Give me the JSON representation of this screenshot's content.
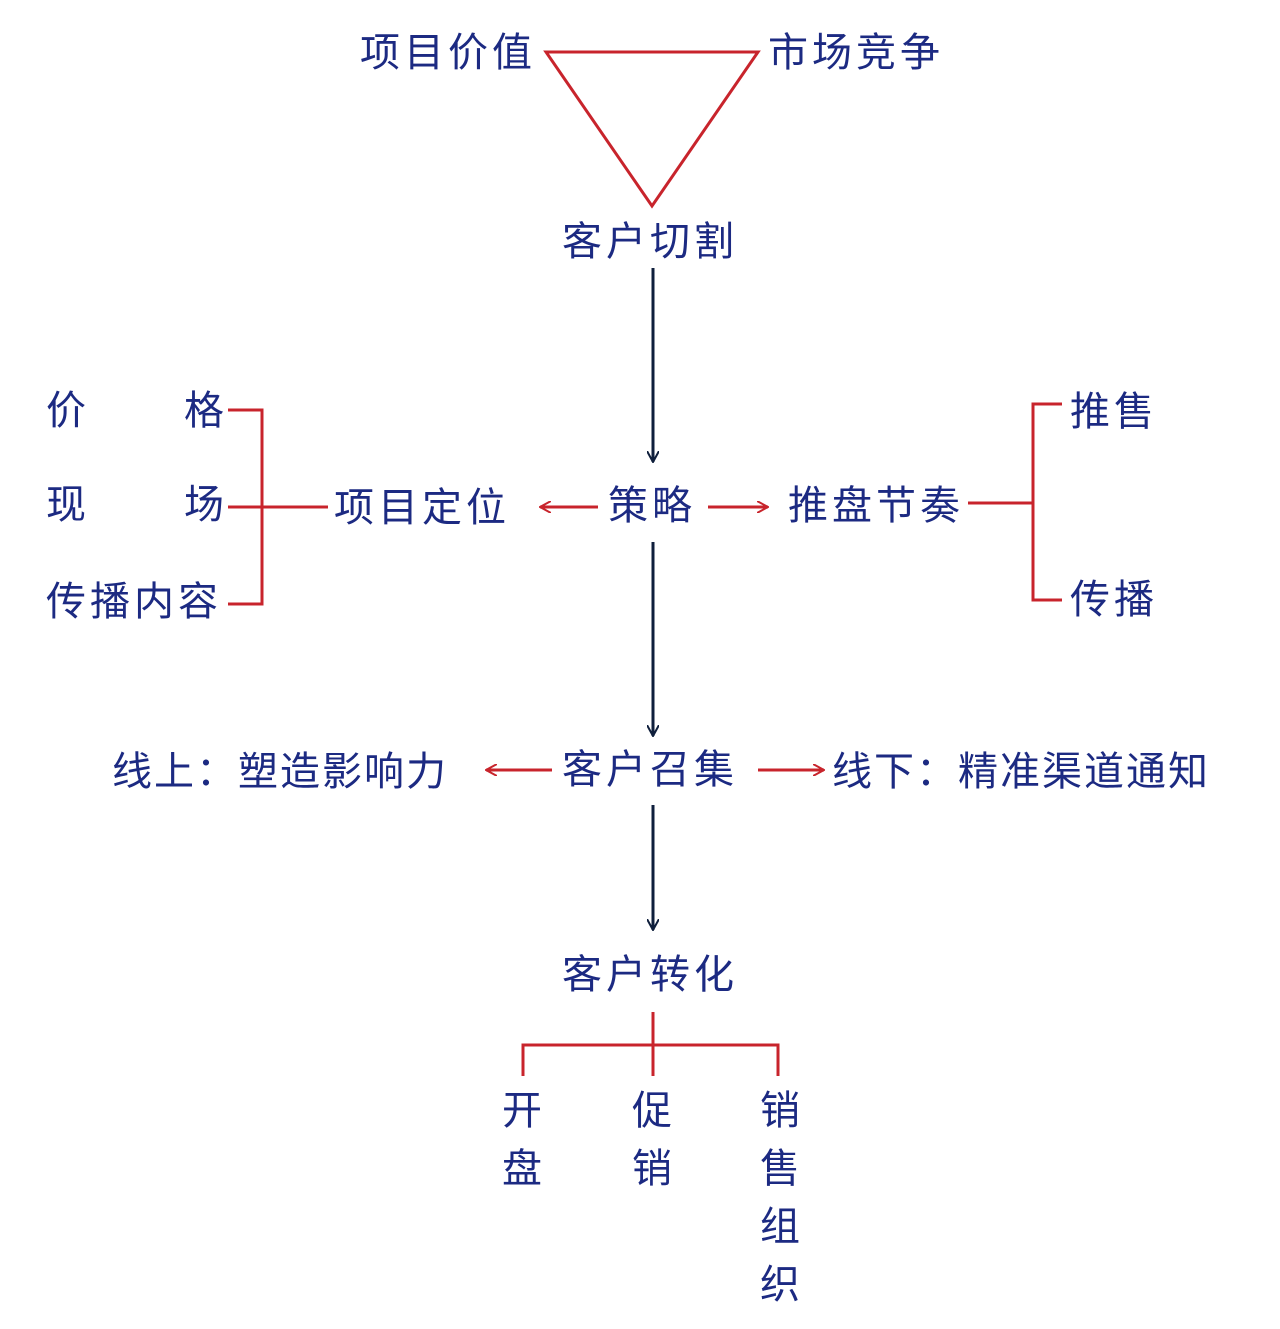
{
  "colors": {
    "text": "#1c2a82",
    "red_line": "#c8242c",
    "dark_arrow": "#0f1f3c"
  },
  "triangle": {
    "left": "项目价值",
    "right": "市场竞争",
    "bottom": "客户切割"
  },
  "strategy": {
    "center": "策略",
    "left_node": "项目定位",
    "left_items": [
      {
        "a": "价",
        "b": "格"
      },
      {
        "a": "现",
        "b": "场"
      },
      {
        "a": "传播内容",
        "b": ""
      }
    ],
    "right_node": "推盘节奏",
    "right_items": [
      "推售",
      "传播"
    ]
  },
  "gather": {
    "center": "客户召集",
    "left": "线上：塑造影响力",
    "right": "线下：精准渠道通知"
  },
  "conversion": {
    "center": "客户转化",
    "items": [
      "开盘",
      "促销",
      "销售组织"
    ]
  }
}
